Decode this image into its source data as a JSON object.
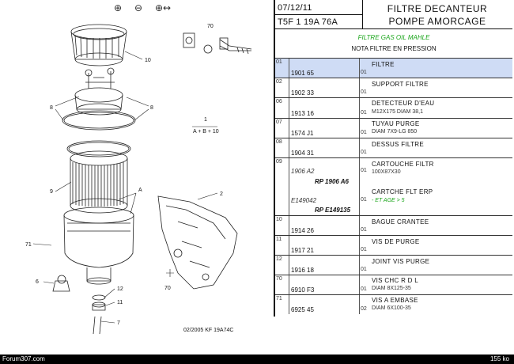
{
  "toolbar": {
    "zoom_in_glyph": "⊕",
    "zoom_out_glyph": "⊖",
    "zoom_fit_glyph": "⊕↔"
  },
  "diagram": {
    "callouts": [
      "10",
      "8",
      "8",
      "9",
      "1",
      "A + B + 10",
      "A",
      "2",
      "71",
      "6",
      "12",
      "11",
      "7",
      "70",
      "70"
    ],
    "footer_ref": "02/2005 KF 19A74C"
  },
  "header": {
    "date": "07/12/11",
    "ref": "T5F 1 19A 76A",
    "title_line1": "FILTRE DECANTEUR",
    "title_line2": "POMPE AMORCAGE",
    "subtitle_green": "FILTRE GAS OIL MAHLE",
    "subtitle_black": "NOTA FILTRE EN PRESSION"
  },
  "parts": [
    {
      "index": "01",
      "code": "1901 65",
      "qty": "01",
      "desc": "FILTRE",
      "detail": ""
    },
    {
      "index": "02",
      "code": "1902 33",
      "qty": "01",
      "desc": "SUPPORT FILTRE",
      "detail": ""
    },
    {
      "index": "06",
      "code": "1913 16",
      "qty": "01",
      "desc": "DETECTEUR D'EAU",
      "detail": "M12X175 DIAM 38,1"
    },
    {
      "index": "07",
      "code": "1574 J1",
      "qty": "01",
      "desc": "TUYAU PURGE",
      "detail": "DIAM 7X9-LG 850"
    },
    {
      "index": "08",
      "code": "1904 31",
      "qty": "01",
      "desc": "DESSUS FILTRE",
      "detail": ""
    },
    {
      "index": "09",
      "code": "1906 A2",
      "code2": "RP 1906 A6",
      "qty": "01",
      "desc": "CARTOUCHE FILTR",
      "detail": "100X87X30",
      "code3": "E149042",
      "code4": "RP E149135",
      "qty2": "01",
      "desc2": "CARTCHE FLT ERP",
      "detail2": "- ET AGE > 5"
    },
    {
      "index": "10",
      "code": "1914 26",
      "qty": "01",
      "desc": "BAGUE CRANTEE",
      "detail": ""
    },
    {
      "index": "11",
      "code": "1917 21",
      "qty": "01",
      "desc": "VIS DE PURGE",
      "detail": ""
    },
    {
      "index": "12",
      "code": "1916 18",
      "qty": "01",
      "desc": "JOINT VIS PURGE",
      "detail": ""
    },
    {
      "index": "70",
      "code": "6910 F3",
      "qty": "01",
      "desc": "VIS CHC R D L",
      "detail": "DIAM 8X125-35"
    },
    {
      "index": "71",
      "code": "6925 45",
      "qty": "02",
      "desc": "VIS A EMBASE",
      "detail": "DIAM 6X100-35"
    }
  ],
  "status": {
    "left": "Forum307.com",
    "right": "155 ko"
  }
}
